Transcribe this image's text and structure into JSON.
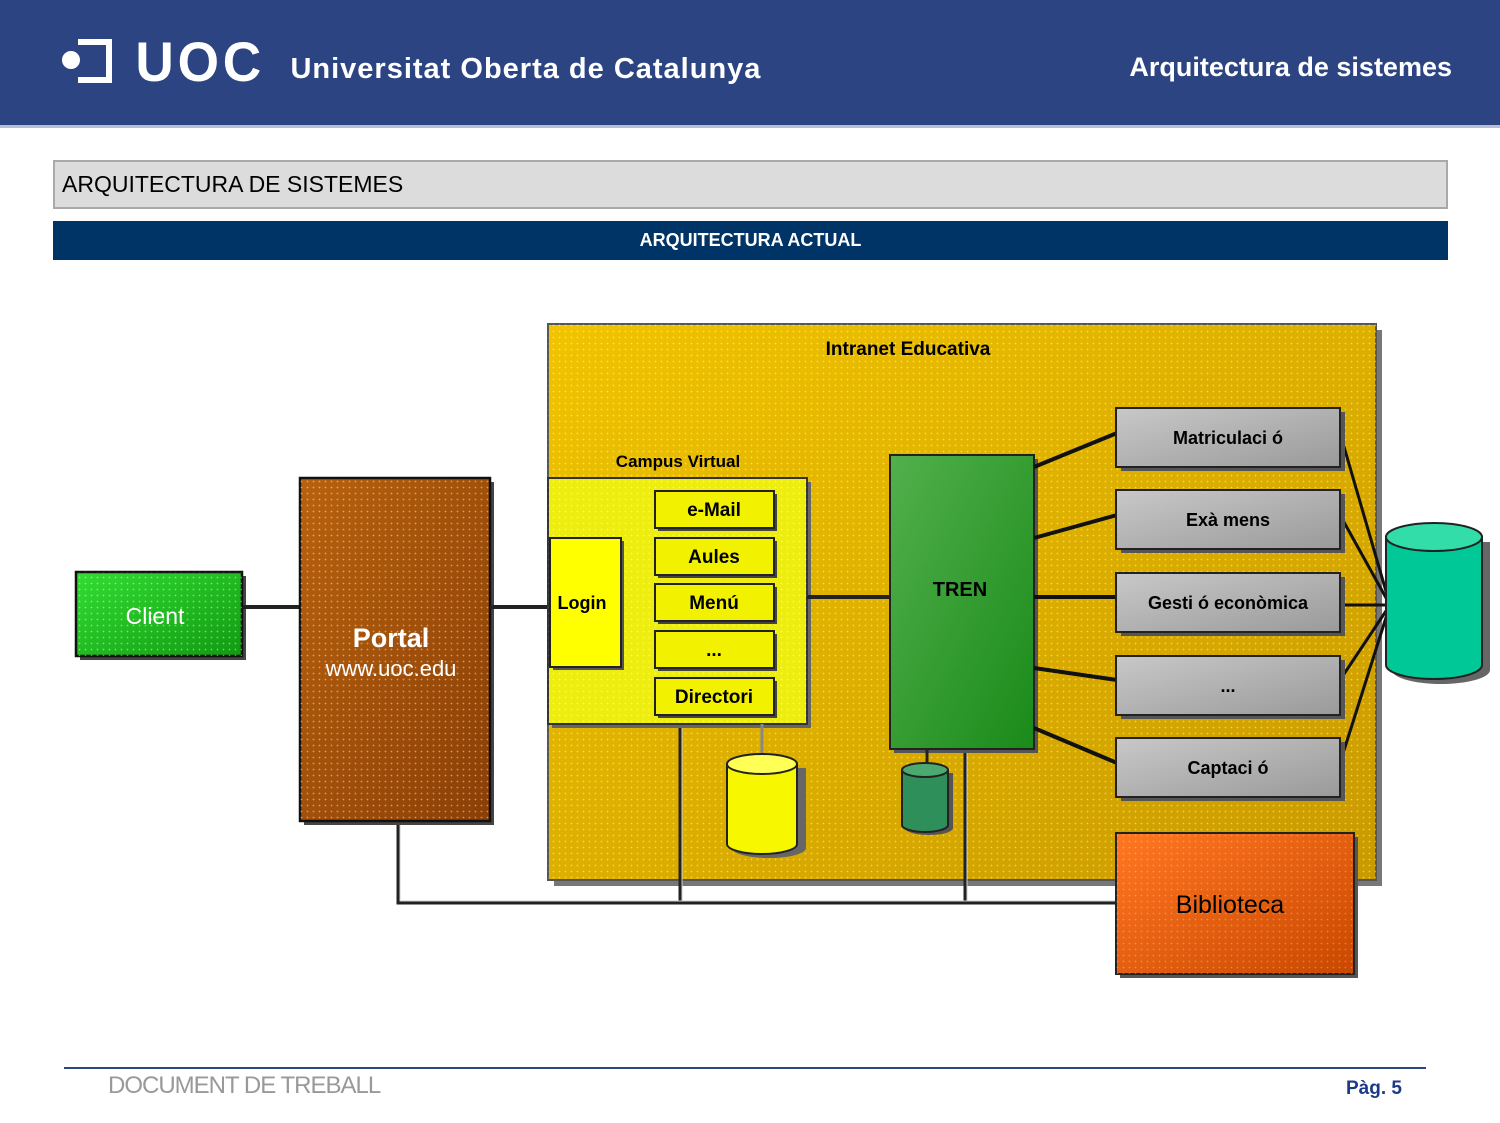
{
  "header": {
    "logo_text": "UOC",
    "university_name": "Universitat Oberta de Catalunya",
    "title": "Arquitectura de sistemes"
  },
  "section_title": "ARQUITECTURA DE SISTEMES",
  "subsection_title": "ARQUITECTURA ACTUAL",
  "diagram": {
    "intranet_label": "Intranet Educativa",
    "campus_label": "Campus  Virtual",
    "client_label": "Client",
    "portal_label": "Portal",
    "portal_url": "www.uoc.edu",
    "login_label": "Login",
    "campus_items": [
      "e-Mail",
      "Aules",
      "Menú",
      "...",
      "Directori"
    ],
    "tren_label": "TREN",
    "tren_modules": [
      "Matriculaci ó",
      "Exà mens",
      "Gesti ó econòmica",
      "...",
      "Captaci ó"
    ],
    "biblioteca_label": "Biblioteca",
    "colors": {
      "intranet": "#d9a800",
      "campus": "#f2f200",
      "client": "#22b022",
      "portal": "#9c4a0c",
      "tren": "#2e8f34",
      "module": "#a9a9a9",
      "database_main": "#00c896",
      "database_campus": "#f7f700",
      "database_tren": "#2f8f5a",
      "biblioteca": "#e05a0a"
    }
  },
  "footer": {
    "left": "DOCUMENT DE TREBALL",
    "page": "Pàg. 5"
  }
}
